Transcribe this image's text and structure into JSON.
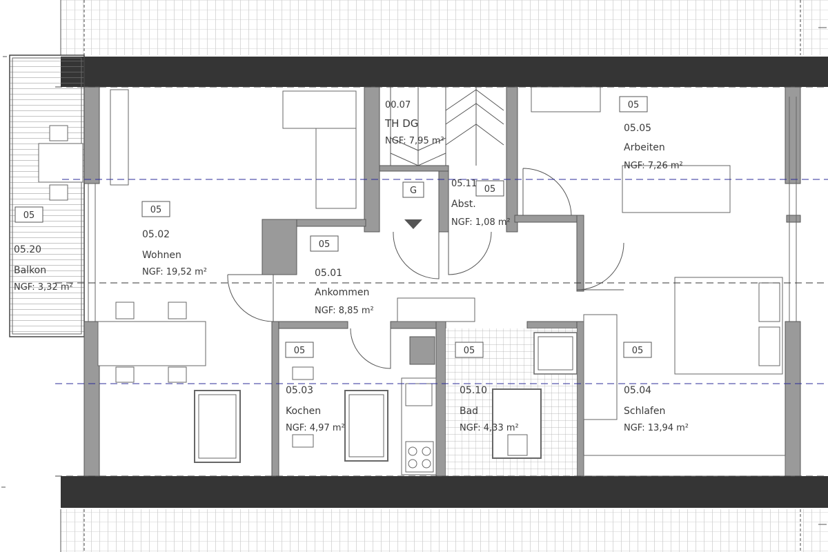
{
  "plan": {
    "colors": {
      "wall": "#353535",
      "partition": "#9a9a9a",
      "line": "#555555",
      "axis": "#2b2b9a",
      "tiles": "#a8a8a8"
    },
    "rooms": [
      {
        "id": "wohnen",
        "tag": "05",
        "number": "05.02",
        "name": "Wohnen",
        "area": "NGF: 19,52 m²"
      },
      {
        "id": "balkon",
        "tag": "05",
        "number": "05.20",
        "name": "Balkon",
        "area": "NGF: 3,32 m²"
      },
      {
        "id": "ankommen",
        "tag": "05",
        "number": "05.01",
        "name": "Ankommen",
        "area": "NGF: 8,85 m²"
      },
      {
        "id": "kochen",
        "tag": "05",
        "number": "05.03",
        "name": "Kochen",
        "area": "NGF: 4,97 m²"
      },
      {
        "id": "bad",
        "tag": "05",
        "number": "05.10",
        "name": "Bad",
        "area": "NGF: 4,33 m²"
      },
      {
        "id": "schlafen",
        "tag": "05",
        "number": "05.04",
        "name": "Schlafen",
        "area": "NGF: 13,94 m²"
      },
      {
        "id": "arbeiten",
        "tag": "05",
        "number": "05.05",
        "name": "Arbeiten",
        "area": "NGF: 7,26 m²"
      },
      {
        "id": "abst",
        "tag": "05",
        "number": "05.11",
        "name": "Abst.",
        "area": "NGF: 1,08 m²"
      },
      {
        "id": "th",
        "tag": "",
        "number": "00.07",
        "name": "TH DG",
        "area": "NGF: 7,95 m²"
      }
    ],
    "stair_tag": "G"
  }
}
